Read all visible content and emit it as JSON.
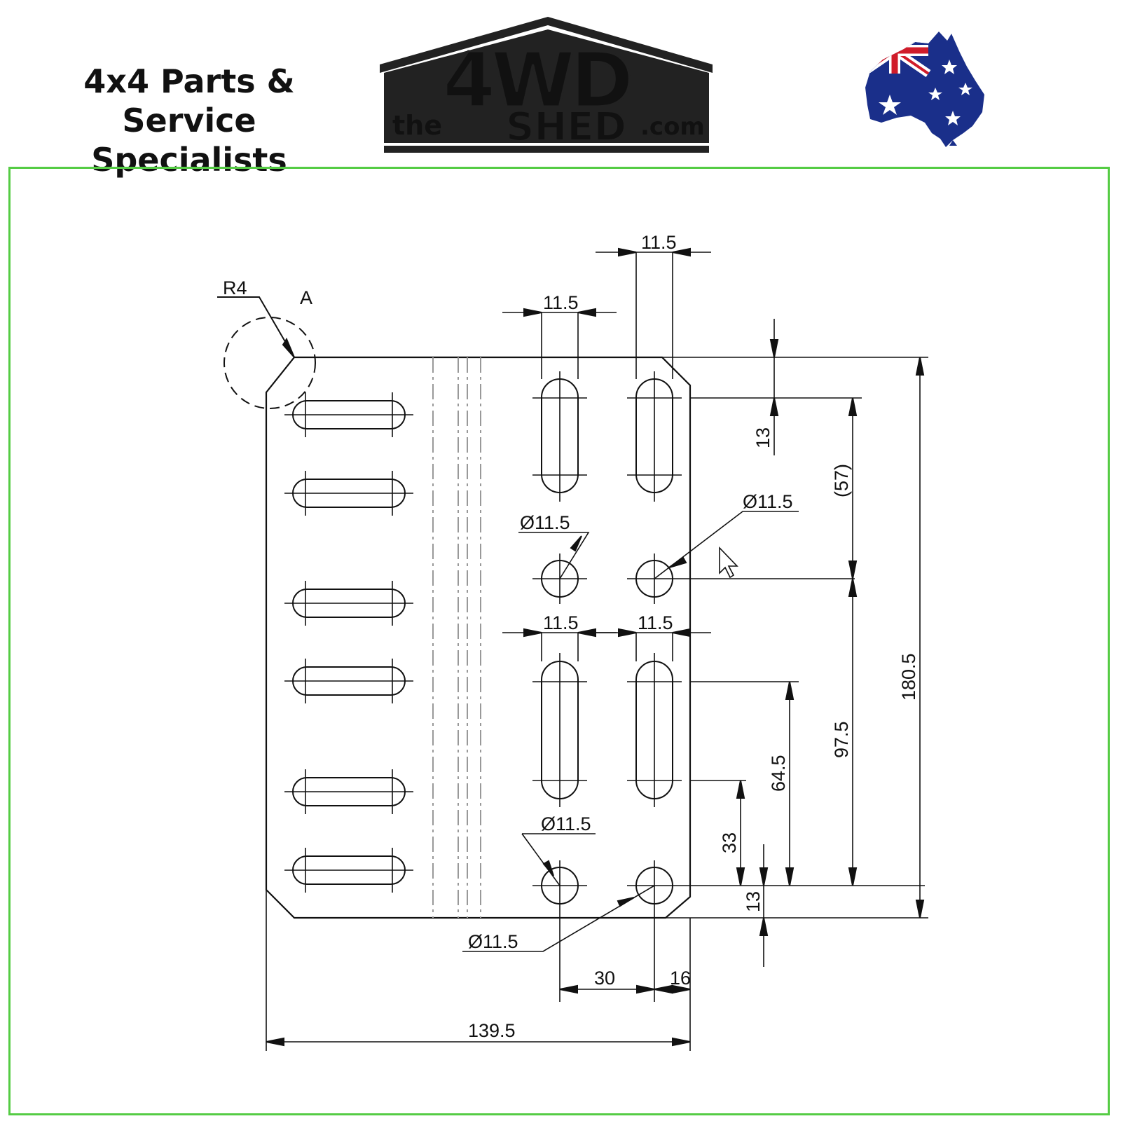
{
  "header": {
    "tagline_line1": "4x4 Parts & Service",
    "tagline_line2": "Specialists",
    "logo": {
      "prefix": "the",
      "big": "4WD",
      "sub": "SHED",
      "suffix": ".com"
    }
  },
  "drawing": {
    "detail_label": "A",
    "corner_radius_label": "R4",
    "dimensions": {
      "top_slot_width_right": "11.5",
      "top_slot_width_left": "11.5",
      "hole_dia_left_upper": "Ø11.5",
      "hole_dia_right_upper": "Ø11.5",
      "lower_slot_width_left": "11.5",
      "lower_slot_width_right": "11.5",
      "hole_dia_left_lower": "Ø11.5",
      "hole_dia_bottom": "Ø11.5",
      "top_edge_offset": "13",
      "ref_57": "(57)",
      "height_180_5": "180.5",
      "height_97_5": "97.5",
      "height_64_5": "64.5",
      "height_33": "33",
      "bottom_edge_offset": "13",
      "spacing_30": "30",
      "edge_16": "16",
      "width_139_5": "139.5"
    }
  },
  "colors": {
    "frame": "#55cc44",
    "logo_dark": "#222222",
    "logo_orange": "#f07a10",
    "logo_yellow": "#ffd200"
  }
}
